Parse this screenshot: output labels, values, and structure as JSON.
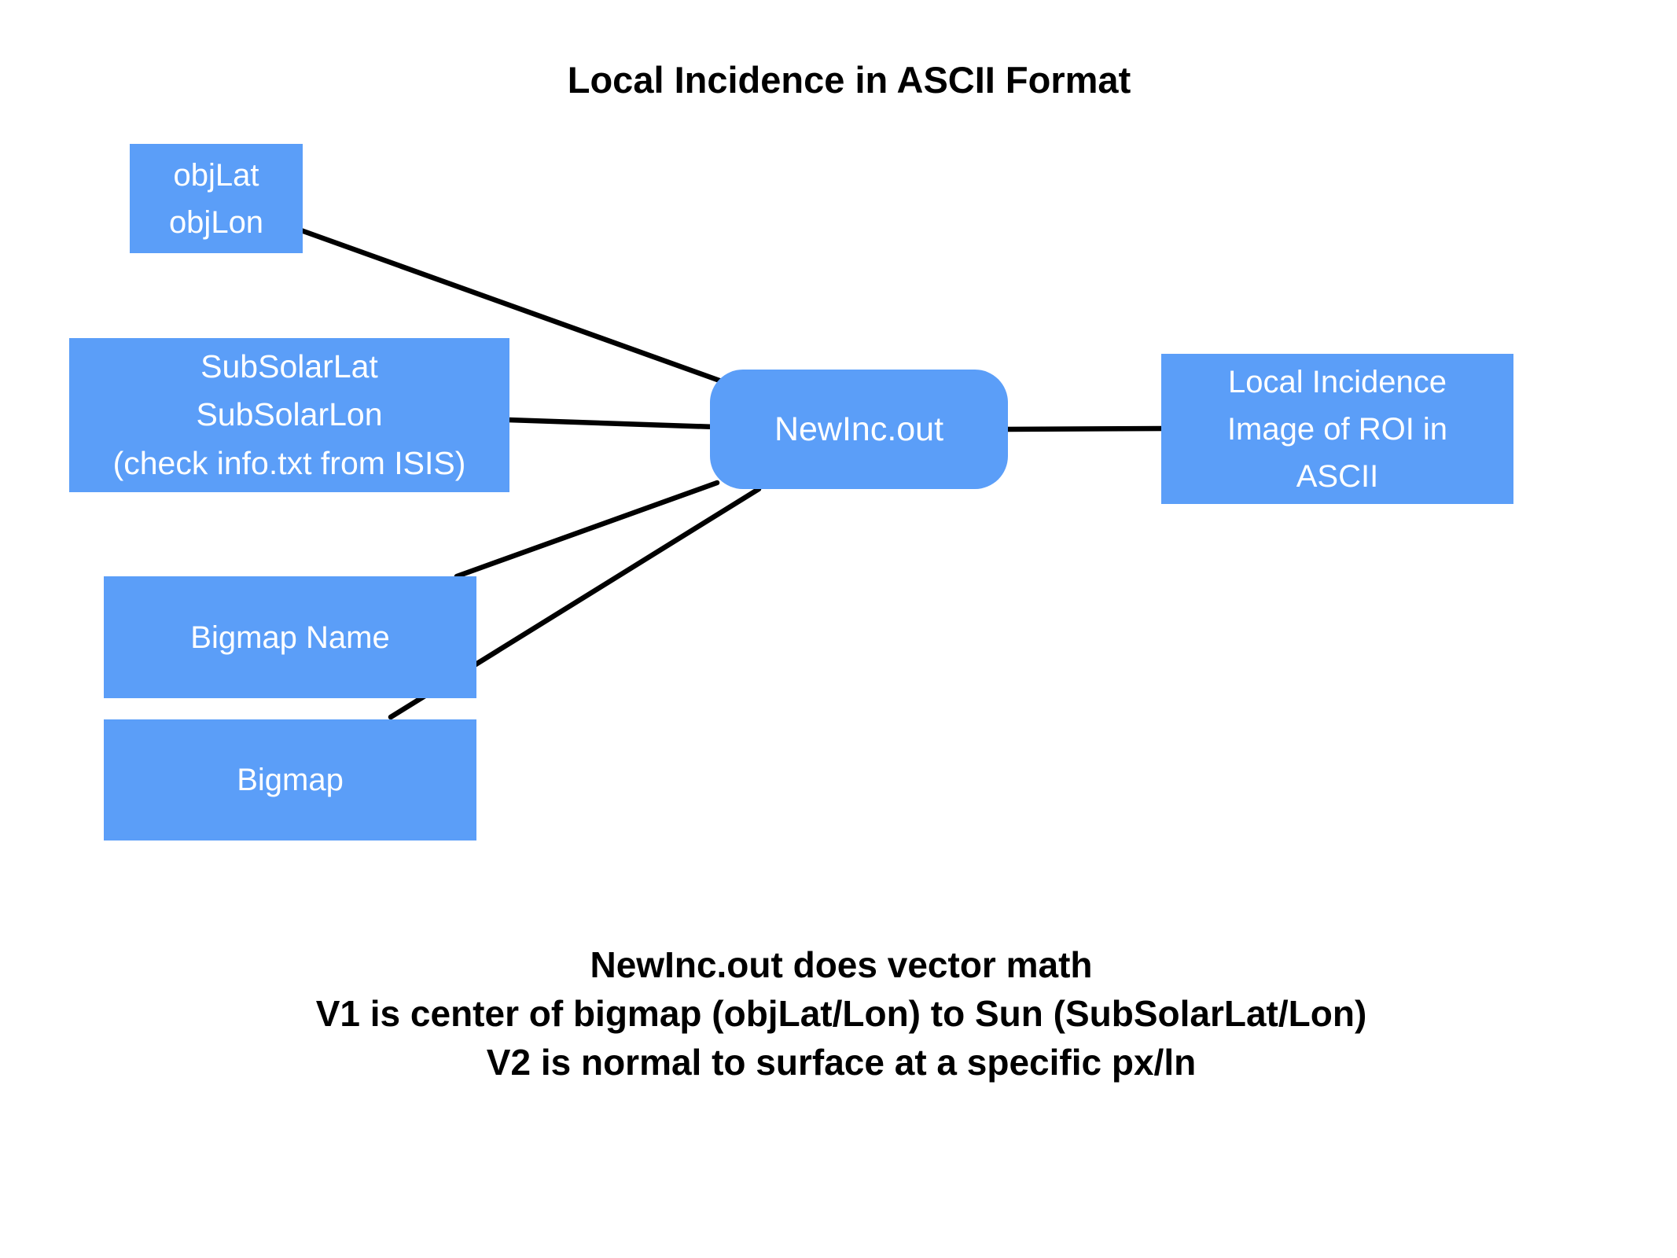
{
  "title": "Local Incidence in ASCII Format",
  "colors": {
    "node_fill": "#5B9EF8",
    "node_text": "#FFFFFF",
    "connector": "#000000",
    "text": "#000000",
    "background": "#FFFFFF"
  },
  "nodes": {
    "obj": {
      "lines": [
        "objLat",
        "objLon"
      ]
    },
    "subsolar": {
      "lines": [
        "SubSolarLat",
        "SubSolarLon",
        "(check info.txt from ISIS)"
      ]
    },
    "bigmap_name": {
      "label": "Bigmap Name"
    },
    "bigmap": {
      "label": "Bigmap"
    },
    "newinc": {
      "label": "NewInc.out"
    },
    "output": {
      "lines": [
        "Local Incidence",
        "Image of ROI in",
        "ASCII"
      ]
    }
  },
  "edges": [
    {
      "from": "obj",
      "to": "newinc"
    },
    {
      "from": "subsolar",
      "to": "newinc"
    },
    {
      "from": "newinc",
      "to": "bigmap_name"
    },
    {
      "from": "newinc",
      "to": "bigmap"
    },
    {
      "from": "newinc",
      "to": "output"
    }
  ],
  "footnote": {
    "lines": [
      "NewInc.out does vector math",
      "V1 is center of bigmap (objLat/Lon) to Sun (SubSolarLat/Lon)",
      "V2 is normal to surface at a specific px/ln"
    ]
  }
}
